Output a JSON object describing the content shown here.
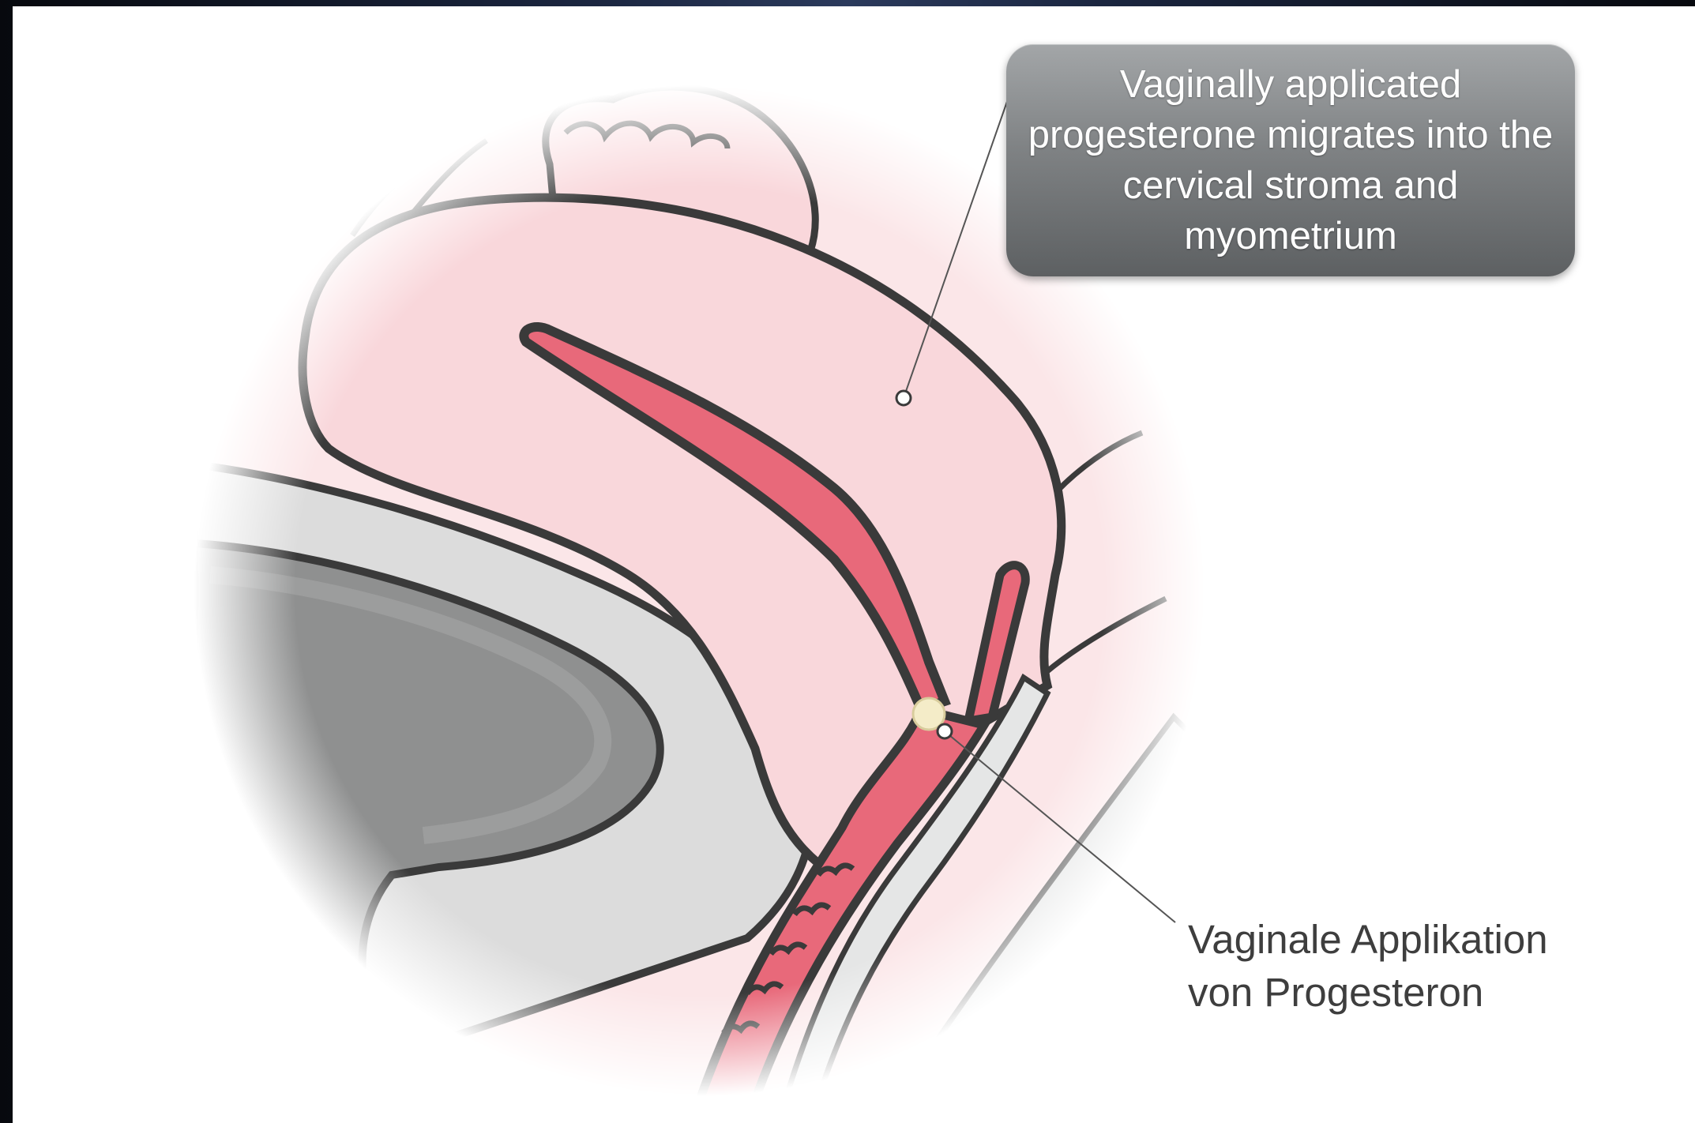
{
  "callout": {
    "text": "Vaginally applicated progesterone migrates into the cervical stroma and myometrium"
  },
  "label": {
    "line1": "Vaginale Applikation",
    "line2": "von Progesteron"
  },
  "colors": {
    "uterus_fill": "#f9d7db",
    "cavity_fill": "#e8697a",
    "outline": "#3a3a3a",
    "bladder_fill": "#c9caca",
    "tissue_fill": "#dcdddd",
    "pessary_fill": "#f4ecc8",
    "callout_top": "#a3a6a8",
    "callout_bottom": "#5d6062"
  }
}
